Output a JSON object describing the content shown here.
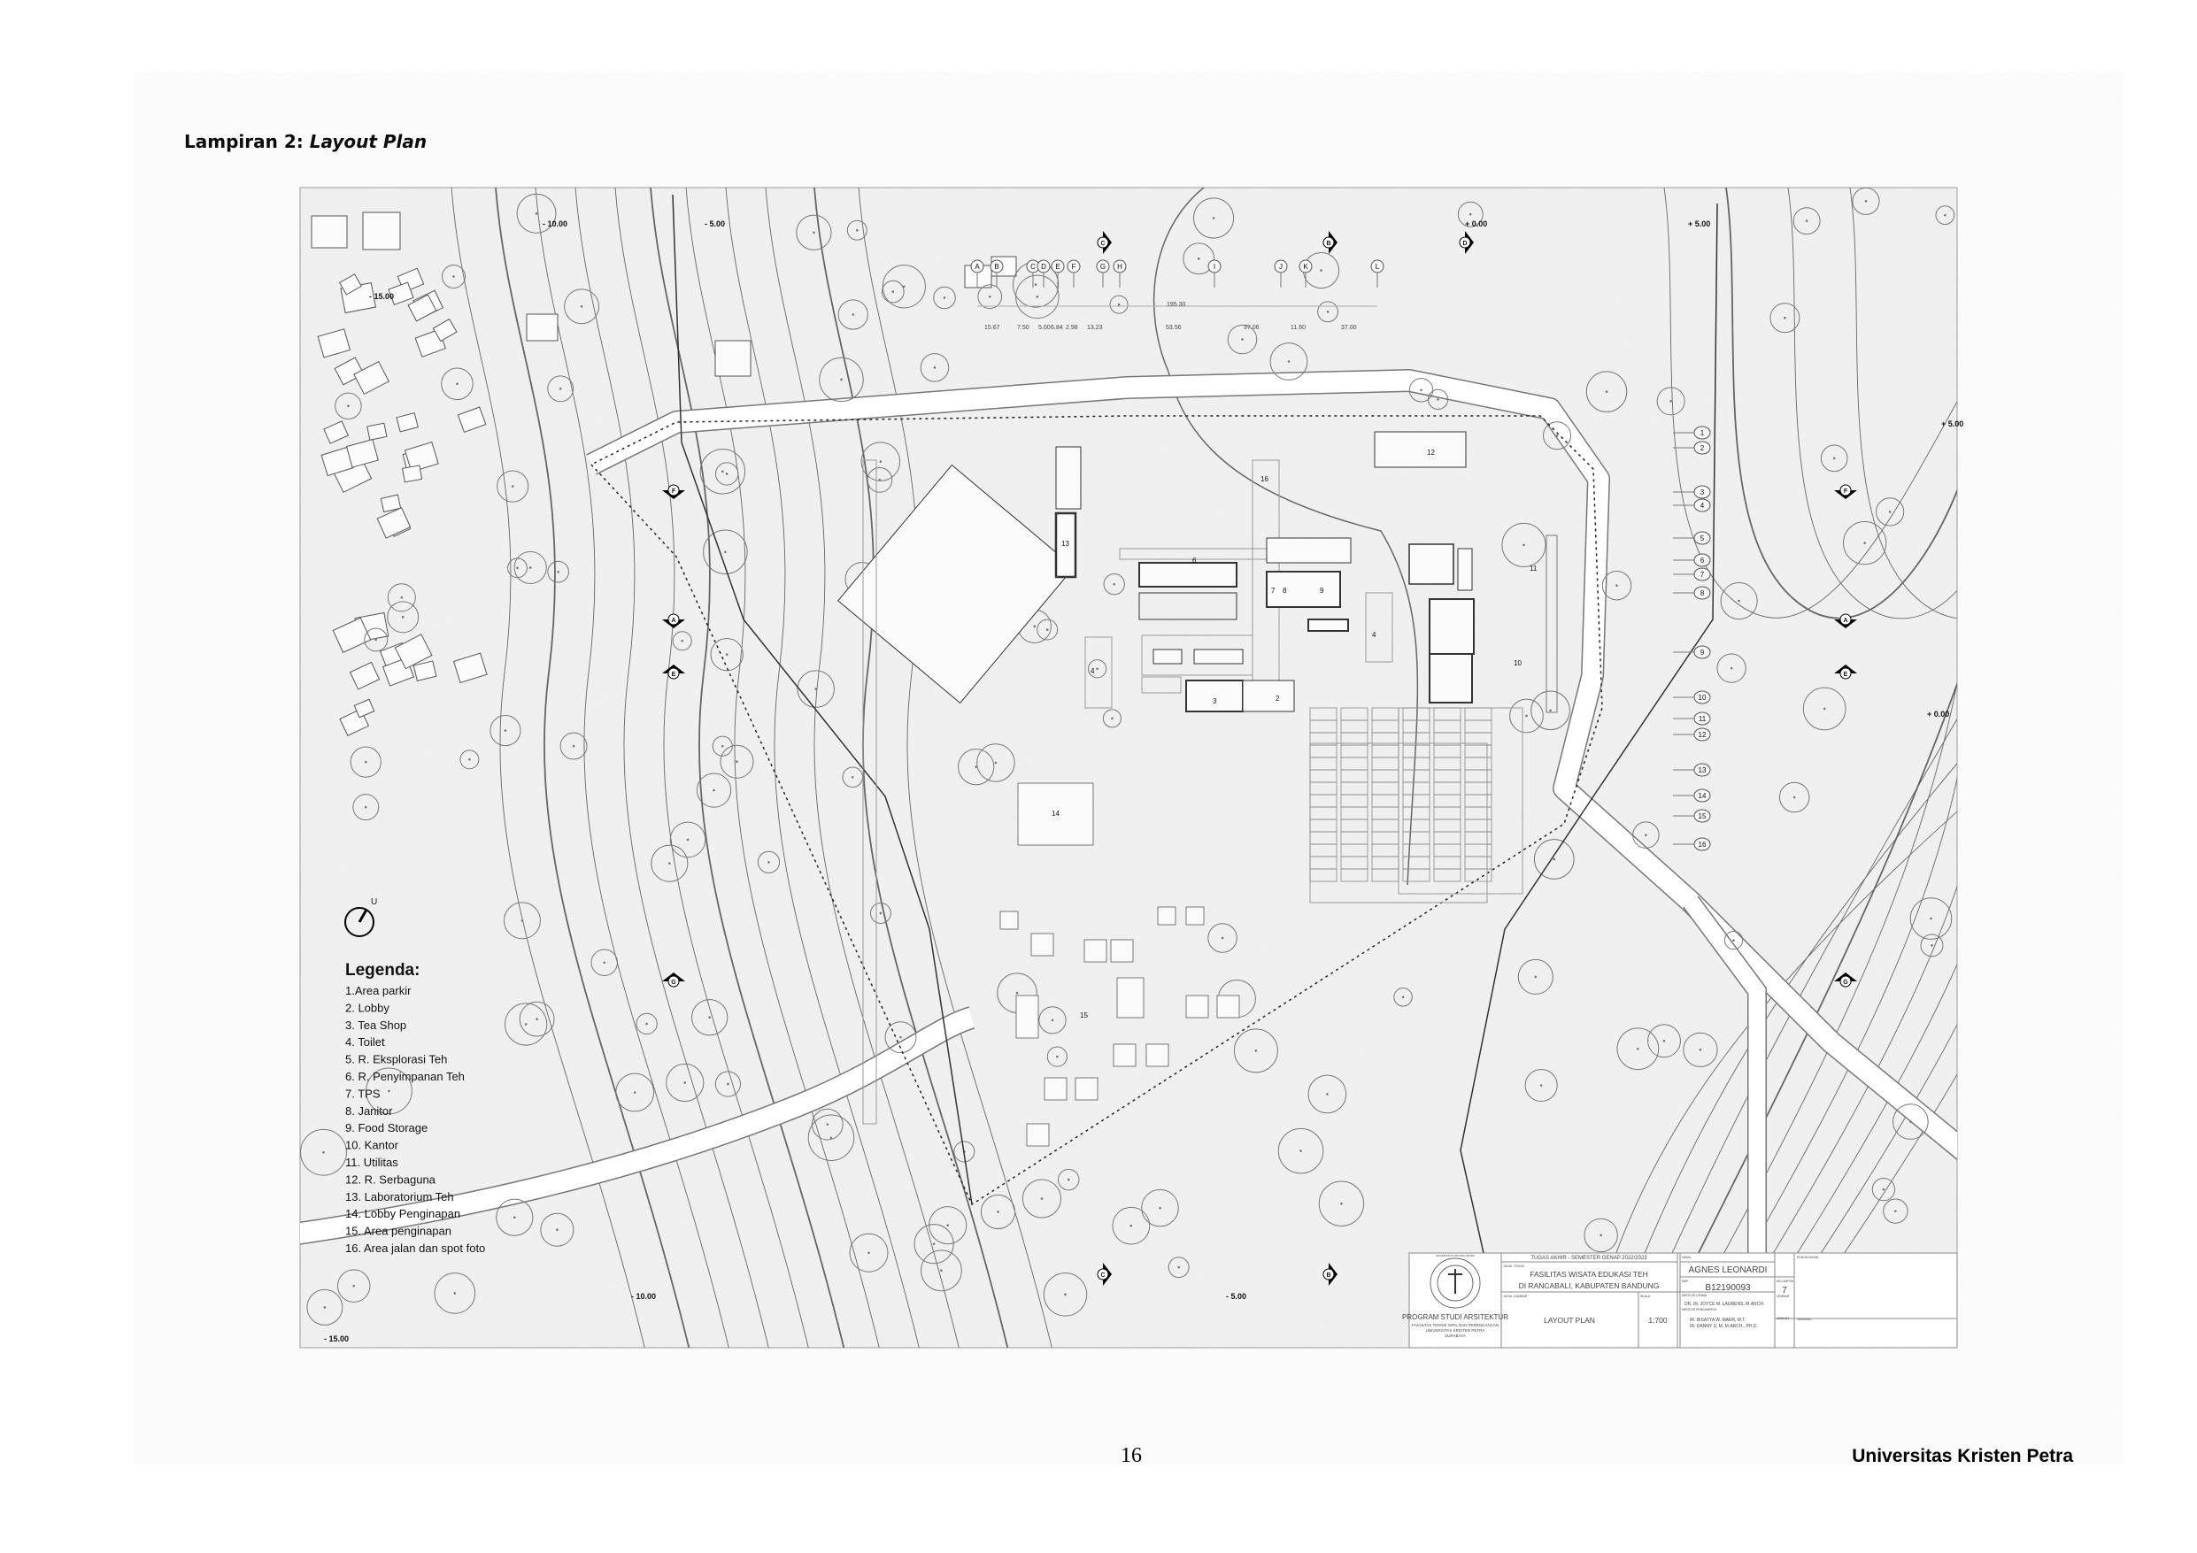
{
  "heading": {
    "prefix": "Lampiran 2: ",
    "title": "Layout Plan"
  },
  "footer": {
    "page_number": "16",
    "institution": "Universitas Kristen Petra"
  },
  "north_arrow": {
    "label": "U"
  },
  "legend": {
    "title": "Legenda:",
    "items": [
      "1.Area parkir",
      "2. Lobby",
      "3. Tea Shop",
      "4. Toilet",
      "5. R. Eksplorasi Teh",
      "6. R. Penyimpanan Teh",
      "7. TPS",
      "8. Janitor",
      "9. Food Storage",
      "10. Kantor",
      "11. Utilitas",
      "12. R. Serbaguna",
      "13. Laboratorium Teh",
      "14. Lobby Penginapan",
      "15. Area penginapan",
      "16. Area jalan dan spot foto"
    ]
  },
  "elevations": [
    "- 10.00",
    "- 5.00",
    "+ 0.00",
    "+ 5.00",
    "- 15.00",
    "+ 5.00",
    "+ 0.00",
    "- 15.00",
    "- 10.00",
    "- 5.00"
  ],
  "grid_top": [
    "A",
    "B",
    "C",
    "D",
    "E",
    "F",
    "G",
    "H",
    "I",
    "J",
    "K",
    "L"
  ],
  "grid_right": [
    "1",
    "2",
    "3",
    "4",
    "5",
    "6",
    "7",
    "8",
    "9",
    "10",
    "11",
    "12",
    "13",
    "14",
    "15",
    "16"
  ],
  "dimensions": {
    "total": "195.30",
    "segments": [
      "15.67",
      "7.50",
      "5.00",
      "6.84",
      "2.98",
      "13.23",
      "53.56",
      "37.06",
      "11.60",
      "37.00"
    ]
  },
  "sections": [
    "F",
    "A",
    "E",
    "G",
    "C",
    "B",
    "D",
    "F",
    "A",
    "E",
    "G",
    "C",
    "B"
  ],
  "room_labels": [
    "13",
    "6",
    "16",
    "12",
    "7",
    "8",
    "9",
    "4",
    "11",
    "10",
    "3",
    "2",
    "4",
    "14",
    "15"
  ],
  "title_block": {
    "logo_text": "UNIVERSITAS KRISTEN PETRA",
    "program": "PROGRAM STUDI ARSITEKTUR",
    "faculty": "FAKULTAS TEKNIK SIPIL DAN PERENCANAAN",
    "university": "UNIVERSITAS KRISTEN PETRA",
    "city": "SURABAYA",
    "course": "TUGAS AKHIR - SEMESTER GENAP 2022/2023",
    "project_label": "JUDUL TUGAS",
    "project_line1": "FASILITAS WISATA EDUKASI TEH",
    "project_line2": "DI RANCABALI, KABUPATEN BANDUNG",
    "drawing_label": "JUDUL GAMBAR",
    "drawing_title": "LAYOUT PLAN",
    "scale_label": "SKALA",
    "scale": "1:700",
    "name_label": "NAMA",
    "name": "AGNES LEONARDI",
    "nrp_label": "NRP",
    "nrp": "B12190093",
    "group_label": "KELOMPOK",
    "group": "7",
    "sheet_label": "LEMBAR",
    "total_label": "JUMLAH",
    "mentor_label": "MENTOR UTAMA",
    "mentor": "DR. IR. JOYCE M. LAURENS, M.ARCH.",
    "co_mentor_label": "MENTOR PENDAMPING",
    "co_mentor_1": "IR. BISATYA W. MAER, M.T.",
    "co_mentor_2": "IR. DANNY S. M, M.ARCH., PH.D.",
    "approval_label": "PENGESAHAN",
    "date_label": "TANGGAL"
  }
}
